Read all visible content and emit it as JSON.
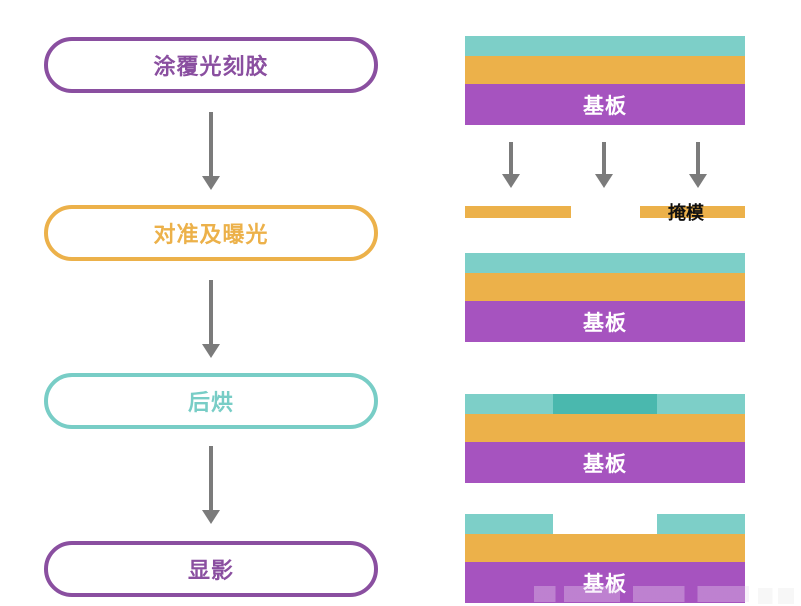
{
  "steps": [
    {
      "label": "涂覆光刻胶",
      "color": "#8a4fa0"
    },
    {
      "label": "对准及曝光",
      "color": "#ecb14a"
    },
    {
      "label": "后烘",
      "color": "#78cdc6"
    },
    {
      "label": "显影",
      "color": "#8a4fa0"
    }
  ],
  "stacks": {
    "substrate_label": "基板",
    "mask_label": "掩模"
  },
  "colors": {
    "photoresist": "#7dcfc8",
    "photoresist_exposed": "#4ab8ae",
    "film": "#ecb14a",
    "substrate": "#a653bf",
    "mask": "#ecb14a",
    "arrow": "#7b7b7b"
  }
}
